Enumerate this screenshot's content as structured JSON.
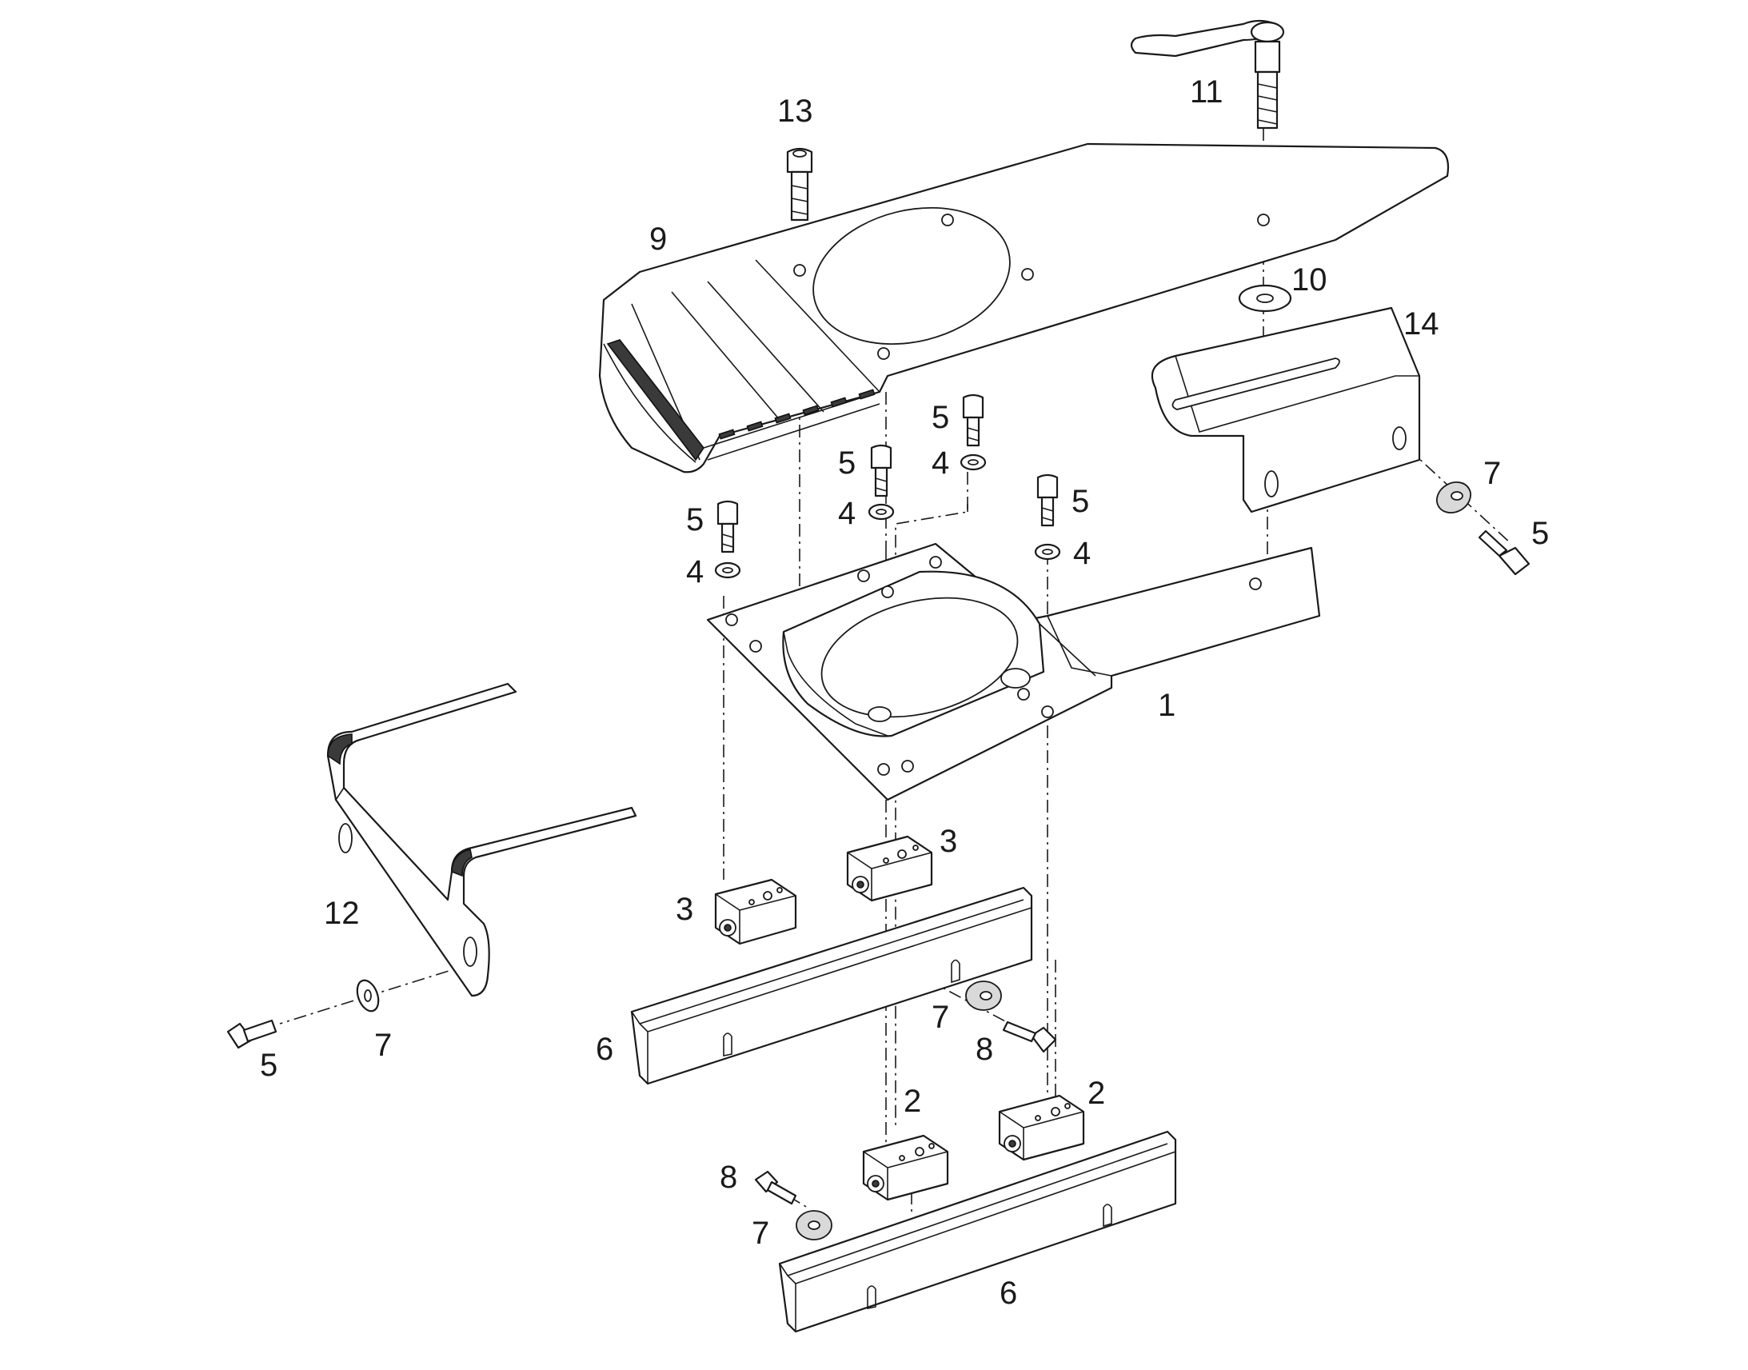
{
  "callouts": {
    "c1": "1",
    "c2a": "2",
    "c2b": "2",
    "c3a": "3",
    "c3b": "3",
    "c4a": "4",
    "c4b": "4",
    "c4c": "4",
    "c4d": "4",
    "c5a": "5",
    "c5b": "5",
    "c5c": "5",
    "c5d": "5",
    "c5e": "5",
    "c5f": "5",
    "c6a": "6",
    "c6b": "6",
    "c7a": "7",
    "c7b": "7",
    "c7c": "7",
    "c7d": "7",
    "c8a": "8",
    "c8b": "8",
    "c9": "9",
    "c10": "10",
    "c11": "11",
    "c12": "12",
    "c13": "13",
    "c14": "14"
  }
}
